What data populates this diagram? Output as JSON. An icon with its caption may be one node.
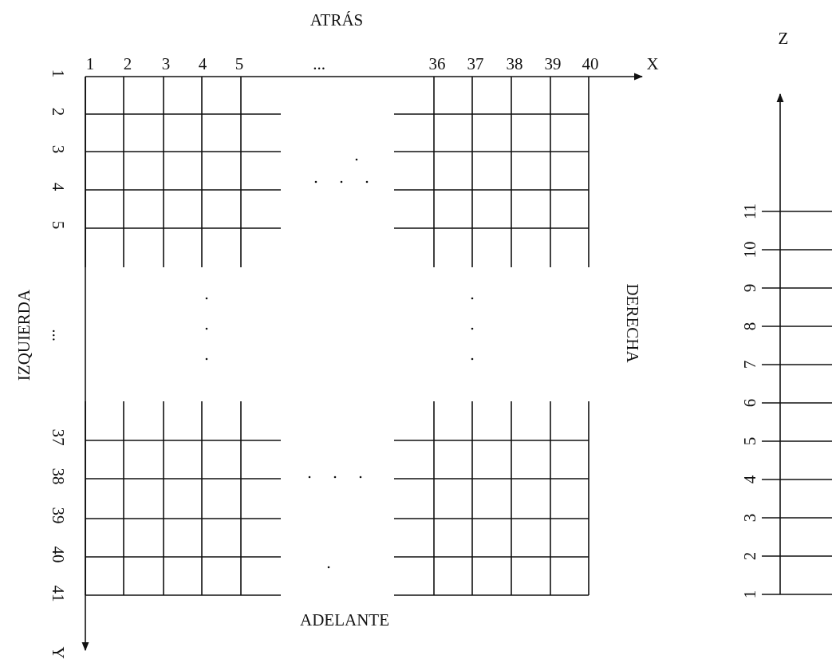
{
  "diagram": {
    "labels": [
      "ATRÁS",
      "1",
      "2",
      "3",
      "4",
      "5",
      "...",
      "36",
      "37",
      "38",
      "39",
      "40",
      "X",
      "Z",
      "1",
      "2",
      "3",
      "4",
      "5",
      "...",
      "37",
      "38",
      "39",
      "40",
      "41",
      "IZQUIERDA",
      "DERECHA",
      "11",
      "10",
      "9",
      "8",
      "7",
      "6",
      "5",
      "4",
      "3",
      "2",
      "1",
      "ADELANTE",
      "Y"
    ]
  }
}
